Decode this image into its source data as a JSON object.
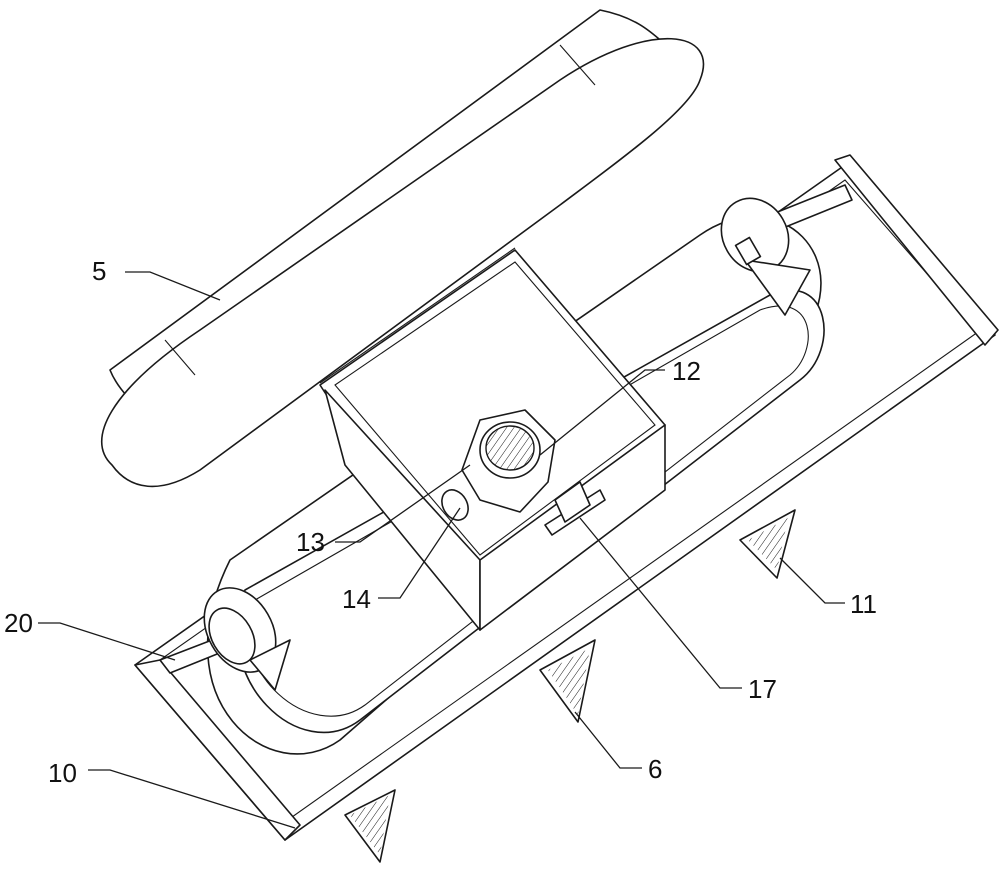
{
  "labels": {
    "l5": "5",
    "l12": "12",
    "l13": "13",
    "l14": "14",
    "l20": "20",
    "l11": "11",
    "l17": "17",
    "l10": "10",
    "l6": "6"
  },
  "colors": {
    "line": "#1a1a1a",
    "fill": "#ffffff"
  }
}
